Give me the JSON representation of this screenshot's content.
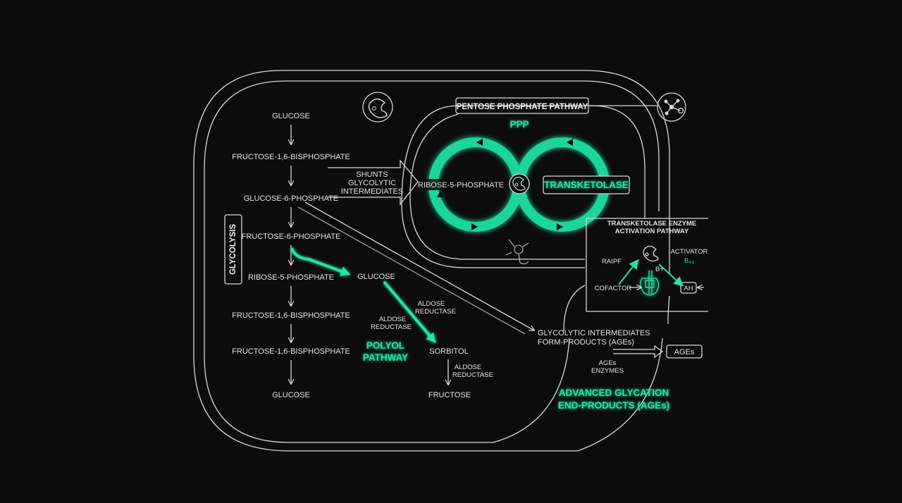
{
  "glycolysis": {
    "title": "GLYCOLYSIS",
    "steps": [
      "GLUCOSE",
      "FRUCTOSE-1,6-BISPHOSPHATE",
      "GLUCOSE-6-PHOSPHATE",
      "FRUCTOSE-6-PHOSPHATE",
      "RIBOSE-5-PHOSPHATE",
      "FRUCTOSE-1,6-BISPHOSPHATE",
      "FRUCTOSE-1,6-BISPHOSPHATE",
      "GLUCOSE"
    ]
  },
  "shunt": {
    "line1": "SHUNTS",
    "line2": "GLYCOLYTIC",
    "line3": "INTERMEDIATES"
  },
  "ppp": {
    "header": "PENTOSE PHOSPHATE PATHWAY",
    "abbr": "PPP",
    "ribose": "RIBOSE-5-PHOSPHATE",
    "enzyme": "TRANSKETOLASE"
  },
  "activation": {
    "title_line1": "TRANSKETOLASE ENZYME",
    "title_line2": "ACTIVATION PATHWAY",
    "raipf": "RAIPF",
    "activator": "ACTIVATOR",
    "b_label": "B₄₃",
    "cofactor": "COFACTOR",
    "ah": "AH",
    "b_plus": "B+"
  },
  "polyol": {
    "title_line1": "POLYOL",
    "title_line2": "PATHWAY",
    "glucose": "GLUCOSE",
    "sorbitol": "SORBITOL",
    "fructose": "FRUCTOSE",
    "aldose_right_1": "ALDOSE",
    "aldose_right_2": "REDUCTASE",
    "aldose_left_1": "ALDOSE",
    "aldose_left_2": "REDUCTASE",
    "aldose_lower_1": "ALDOSE",
    "aldose_lower_2": "REDUCTASE"
  },
  "ages": {
    "intermediates_line1": "GLYCOLYTIC INTERMEDIATES",
    "intermediates_line2": "FORM-PRODUCTS (AGEs)",
    "box": "AGEs",
    "enzymes_line1": "AGEs",
    "enzymes_line2": "ENZYMES",
    "title_line1": "ADVANCED GLYCATION",
    "title_line2": "END-PRODUCTS (AGEs)"
  },
  "icons": [
    "enzyme-icon",
    "network-icon",
    "molecule-icon"
  ],
  "colors": {
    "accent": "#22e3a4",
    "line": "#d8d8d8",
    "background": "#0c0c0c"
  }
}
